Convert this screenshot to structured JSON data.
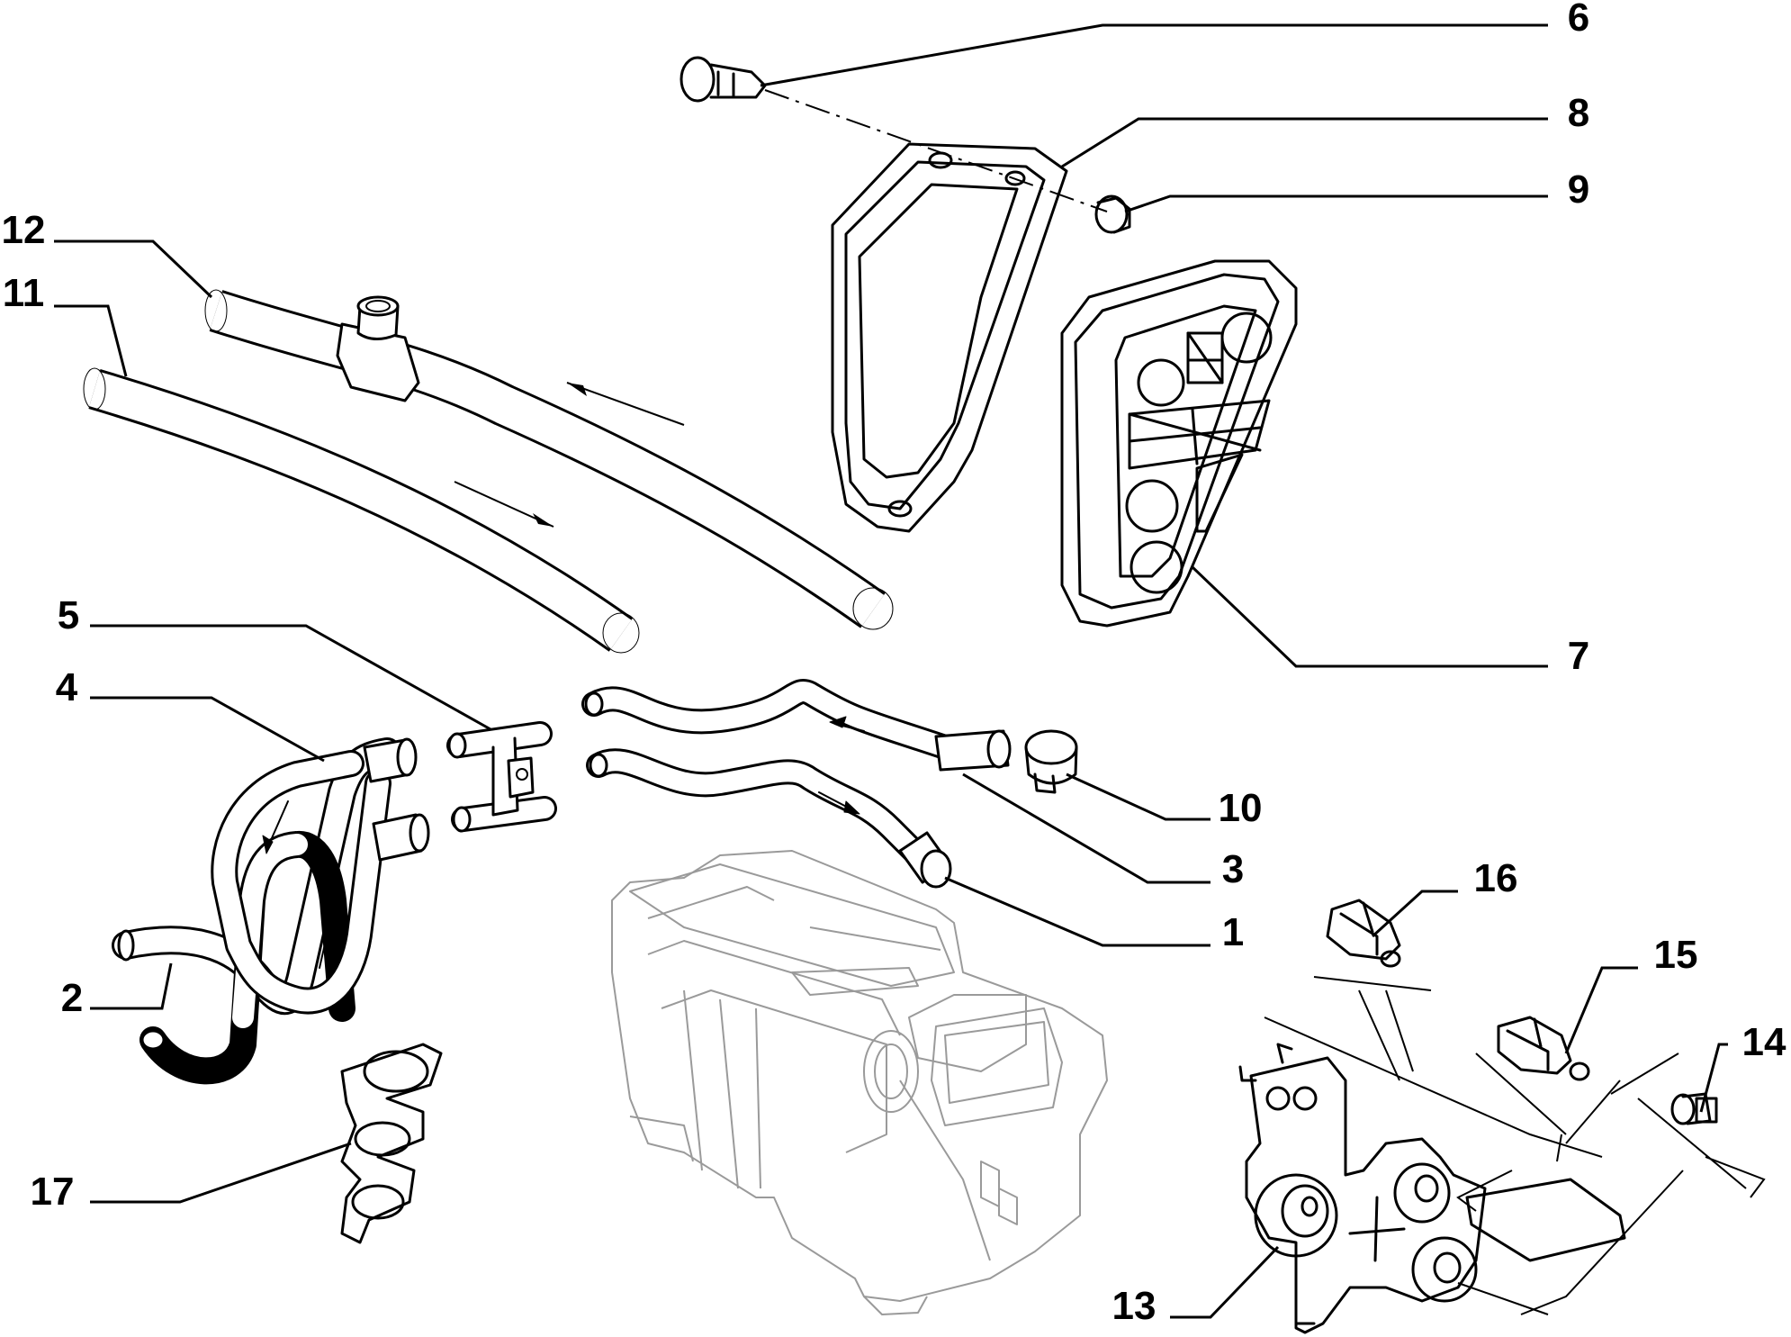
{
  "colors": {
    "line": "#000000",
    "ghost": "#9a9a9a",
    "background": "#ffffff"
  },
  "callouts": [
    {
      "id": "c6",
      "label": "6"
    },
    {
      "id": "c8",
      "label": "8"
    },
    {
      "id": "c9",
      "label": "9"
    },
    {
      "id": "c12",
      "label": "12"
    },
    {
      "id": "c11",
      "label": "11"
    },
    {
      "id": "c7",
      "label": "7"
    },
    {
      "id": "c5",
      "label": "5"
    },
    {
      "id": "c4",
      "label": "4"
    },
    {
      "id": "c10",
      "label": "10"
    },
    {
      "id": "c3",
      "label": "3"
    },
    {
      "id": "c16",
      "label": "16"
    },
    {
      "id": "c1",
      "label": "1"
    },
    {
      "id": "c15",
      "label": "15"
    },
    {
      "id": "c2",
      "label": "2"
    },
    {
      "id": "c14",
      "label": "14"
    },
    {
      "id": "c17",
      "label": "17"
    },
    {
      "id": "c13",
      "label": "13"
    }
  ]
}
